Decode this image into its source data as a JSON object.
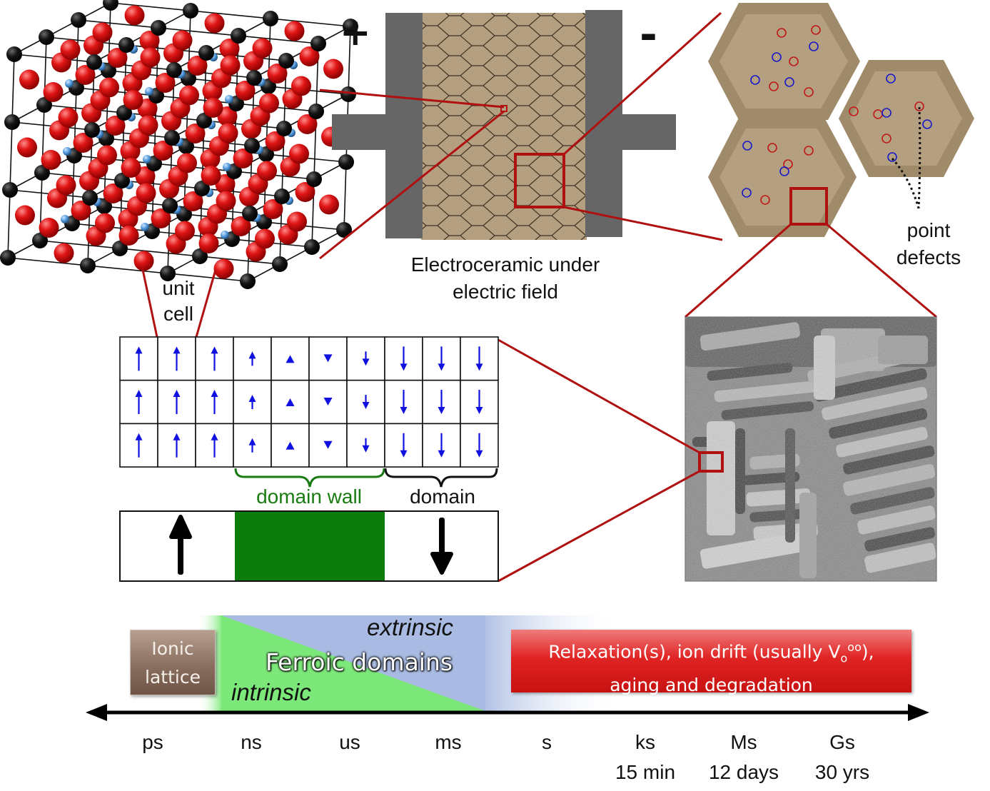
{
  "labels": {
    "plus": "+",
    "minus": "-",
    "unit_cell_line1": "unit",
    "unit_cell_line2": "cell",
    "electroceramic_line1": "Electroceramic under",
    "electroceramic_line2": "electric field",
    "point_defects_line1": "point",
    "point_defects_line2": "defects",
    "domain_wall": "domain wall",
    "domain": "domain"
  },
  "timeline": {
    "ionic_lattice_line1": "Ionic",
    "ionic_lattice_line2": "lattice",
    "ferroic_domains": "Ferroic domains",
    "extrinsic": "extrinsic",
    "intrinsic": "intrinsic",
    "relax_line1_pre": "Relaxation(s), ion drift (usually V",
    "relax_sub": "o",
    "relax_sup": "oo",
    "relax_line1_post": "),",
    "relax_line2": "aging and degradation",
    "ticks": [
      {
        "label": "ps",
        "note": ""
      },
      {
        "label": "ns",
        "note": ""
      },
      {
        "label": "us",
        "note": ""
      },
      {
        "label": "ms",
        "note": ""
      },
      {
        "label": "s",
        "note": ""
      },
      {
        "label": "ks",
        "note": "15 min"
      },
      {
        "label": "Ms",
        "note": "12 days"
      },
      {
        "label": "Gs",
        "note": "30 yrs"
      }
    ]
  },
  "dipole_grid": {
    "columns": [
      "up-long",
      "up-long",
      "up-long",
      "up-short",
      "up-tiny",
      "down-tiny",
      "down-short",
      "down-long",
      "down-long",
      "down-long"
    ],
    "rows": 3
  },
  "colors": {
    "accent_red": "#b01010",
    "grain_tan": "#b4a080",
    "electrode_gray": "#666666",
    "dipole_blue": "#1010e0",
    "domain_wall_green": "#0a7d0a",
    "ferroic_green": "#7de87a",
    "extrinsic_blue": "#a9bbe2"
  }
}
